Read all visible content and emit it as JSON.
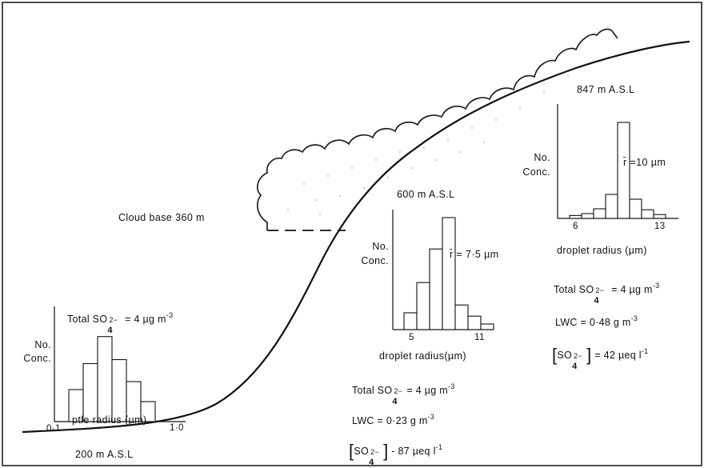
{
  "altitudes": {
    "low": "200 m  A.S.L",
    "mid": "600 m  A.S.L",
    "high": "847 m  A.S.L"
  },
  "cloud_base_label": "Cloud base  360  m",
  "panel_low": {
    "ylabel_line1": "No.",
    "ylabel_line2": "Conc.",
    "xlabel": "ptle radius (µm)",
    "tick_left": "0·1",
    "tick_right": "1·0",
    "bars": [
      0.32,
      0.58,
      0.85,
      0.62,
      0.4,
      0.2
    ],
    "total_prefix": "Total  SO",
    "total_value": " = 4 µg m",
    "total_exp": "-3"
  },
  "panel_mid": {
    "ylabel_line1": "No.",
    "ylabel_line2": "Conc.",
    "xlabel": "droplet  radius(µm)",
    "tick_left": "5",
    "tick_right": "11",
    "mean": "r̄ = 7·5 µm",
    "bars": [
      0.15,
      0.42,
      0.72,
      1.0,
      0.22,
      0.12,
      0.05
    ],
    "total_prefix": "Total SO",
    "total_value": "= 4 µg m",
    "total_exp": "-3",
    "lwc_label": "LWC  =  0·23  g m",
    "lwc_exp": "-3",
    "conc_value": " -  87 µeq l",
    "conc_exp": "-1"
  },
  "panel_high": {
    "ylabel_line1": "No.",
    "ylabel_line2": "Conc.",
    "xlabel": "droplet radius (µm)",
    "tick_left": "6",
    "tick_right": "13",
    "mean": "r̄ =10  µm",
    "bars": [
      0.03,
      0.05,
      0.1,
      0.25,
      1.0,
      0.2,
      0.09,
      0.04
    ],
    "total_prefix": "Total  SO",
    "total_value": " = 4 µg m",
    "total_exp": "-3",
    "lwc_label": "LWC   = 0·48  g m",
    "lwc_exp": "-3",
    "conc_value": " = 42 µeq l",
    "conc_exp": "-1"
  },
  "species": {
    "sulfate_sub": "4",
    "sulfate_sup": "2−",
    "bracket_species": "SO"
  }
}
